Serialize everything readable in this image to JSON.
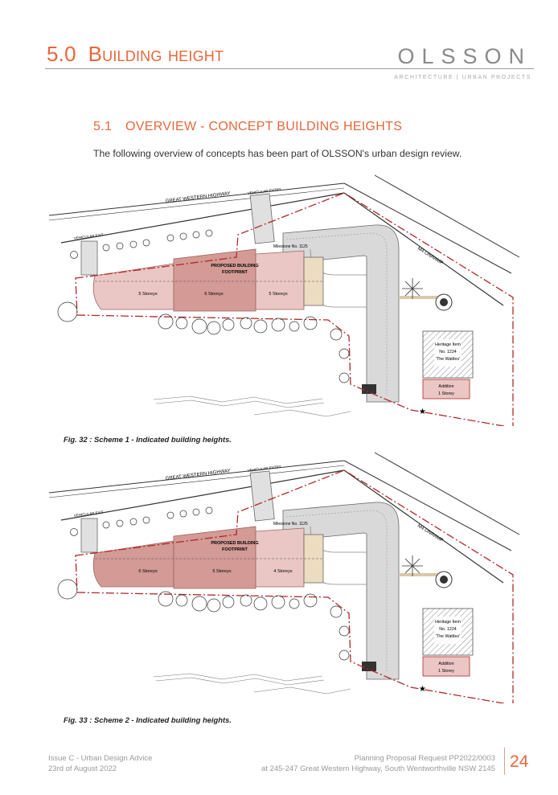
{
  "header": {
    "section_number": "5.0",
    "section_title": "Building height",
    "brand": "OLSSON",
    "brand_sub": "ARCHITECTURE | URBAN PROJECTS"
  },
  "subsection": {
    "number": "5.1",
    "title": "OVERVIEW - CONCEPT BUILDING HEIGHTS"
  },
  "intro": "The following overview of concepts has been part of OLSSON's urban design review.",
  "plans": [
    {
      "road": "GREAT WESTERN HIGHWAY",
      "ramp": "M4 ONRAMP",
      "vehicular_entry": "VEHICULAR ENTRY",
      "vehicular_exit": "VEHICULAR EXIT",
      "milestone": "Milestone No. 1125",
      "footprint_line1": "PROPOSED BUILDING",
      "footprint_line2": "FOOTPRINT",
      "zone_a": "5 Storeys",
      "zone_b": "6 Storeys",
      "zone_c": "5 Storeys",
      "heritage_l1": "Heritage Item",
      "heritage_l2": "No. 1224",
      "heritage_l3": "'The Wattles'",
      "addition_l1": "Addition",
      "addition_l2": "1 Storey",
      "caption": "Fig. 32 : Scheme 1 - Indicated building heights."
    },
    {
      "road": "GREAT WESTERN HIGHWAY",
      "ramp": "M4 ONRAMP",
      "vehicular_entry": "VEHICULAR ENTRY",
      "vehicular_exit": "VEHICULAR EXIT",
      "milestone": "Milestone No. 1125",
      "footprint_line1": "PROPOSED BUILDING",
      "footprint_line2": "FOOTPRINT",
      "zone_a": "6 Storeys",
      "zone_b": "5 Storeys",
      "zone_c": "4 Storeys",
      "heritage_l1": "Heritage Item",
      "heritage_l2": "No. 1224",
      "heritage_l3": "'The Wattles'",
      "addition_l1": "Addition",
      "addition_l2": "1 Storey",
      "caption": "Fig. 33 : Scheme 2 - Indicated building heights."
    }
  ],
  "footer": {
    "left_line1": "Issue C - Urban Design Advice",
    "left_line2": "23rd of August 2022",
    "right_line1": "Planning Proposal Request PP2022/0003",
    "right_line2": "at 245-247 Great Western Highway, South Wentworthville NSW 2145",
    "page_number": "24"
  },
  "colors": {
    "accent": "#e8663a",
    "boundary": "#b0282a",
    "zone_light": "#eac6c4",
    "zone_dark": "#d39a96",
    "parking": "#d9d9d9",
    "path": "#e8dcc6"
  }
}
